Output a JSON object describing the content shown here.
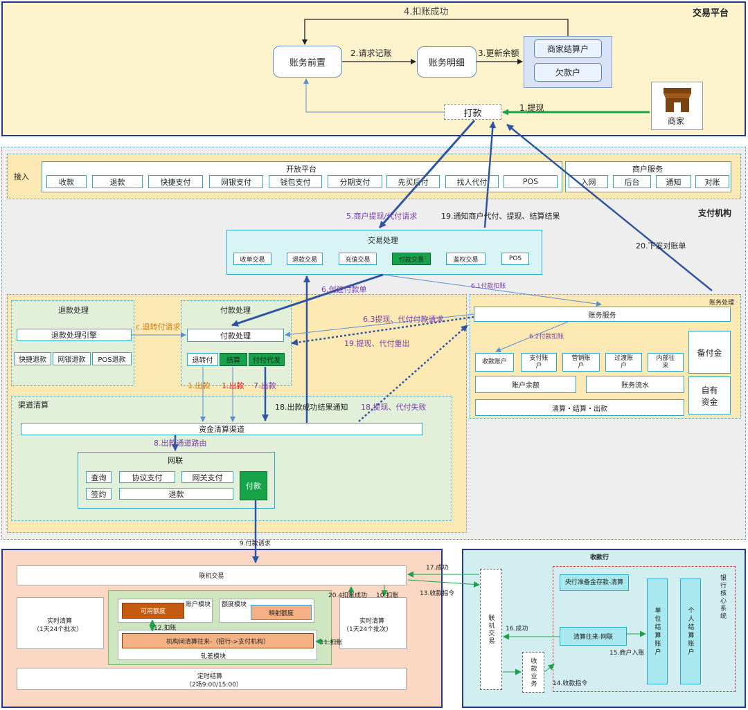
{
  "trade_platform": {
    "title": "交易平台",
    "zhangwu_qianzhi": "账务前置",
    "zhangwu_mingxi": "账务明细",
    "merchant_settle": "商家结算户",
    "debt_account": "欠款户",
    "dakuan": "打款",
    "merchant": "商家",
    "e1": "1.提现",
    "e2": "2.请求记账",
    "e3": "3.更新余额",
    "e4": "4.扣账成功"
  },
  "pay_org": {
    "title": "支付机构",
    "access": "接入",
    "open_platform": "开放平台",
    "open_items": [
      "收款",
      "退款",
      "快捷支付",
      "网银支付",
      "钱包支付",
      "分期支付",
      "先买后付",
      "找人代付",
      "POS"
    ],
    "merchant_service": "商户服务",
    "merchant_items": [
      "入网",
      "后台",
      "通知",
      "对账"
    ],
    "trade_proc": "交易处理",
    "trade_items": [
      "收单交易",
      "退款交易",
      "充值交易",
      "付款交易",
      "鉴权交易",
      "POS"
    ],
    "refund_proc": "退款处理",
    "refund_engine": "退款处理引擎",
    "refund_items": [
      "快捷退款",
      "网银退款",
      "POS退款"
    ],
    "pay_proc": "付款处理",
    "pay_engine": "付款处理",
    "pay_items": [
      "退转付",
      "结算",
      "付付代发"
    ],
    "channel_clear": "渠道清算",
    "fund_channel": "资金清算渠道",
    "wanglian": "网联",
    "wl_items": [
      "查询",
      "协议支付",
      "网关支付",
      "签约",
      "退款"
    ],
    "wl_pay": "付款",
    "acct_proc": "账务处理",
    "acct_service": "账务服务",
    "acct_items": [
      "收款账户",
      "支付账户",
      "营销账户",
      "过渡账户",
      "内部往来"
    ],
    "acct_balance": "账户余额",
    "acct_flow": "账务流水",
    "clear_settle": "清算・结算・出款",
    "reserve": "备付金",
    "own_fund": "自有资金",
    "e5": "5.商户提现/代付请求",
    "e19": "19.通知商户代付、提现、结算结果",
    "e20": "20.下发对账单",
    "e6": "6.创建付款单",
    "e61": "6.1付款扣账",
    "e62": "6.2付款扣账",
    "e63": "6.3提现、代付付款请求",
    "e19b": "19.提现、代付重出",
    "ec": "c.退转付请求",
    "e1a": "1.出款",
    "e1b": "1.出款",
    "e7": "7.出款",
    "e18": "18.出款成功结果通知",
    "e18b": "18.提现、代付失败",
    "e8": "8.出款通道路由",
    "e9": "9.付款请求"
  },
  "bottom": {
    "online_trade": "联机交易",
    "realtime_clear": "实时清算",
    "realtime_sub": "（1天24个批次）",
    "realtime_settle": "实时清算",
    "realtime_settle_sub": "（1天24个批次）",
    "account_module": "账户模块",
    "available": "可用额度",
    "quota_module": "额度模块",
    "mapped_quota": "映射额度",
    "inter_clear": "机构间清算往来-（招行->支付机构）",
    "squash_module": "轧差模块",
    "timed_settle": "定时结算",
    "timed_sub": "（2场9:00/15:00）",
    "e10": "10.扣账",
    "e11": "11.扣账",
    "e12": "12.扣账",
    "e204": "20.4扣账成功"
  },
  "bank": {
    "title": "收款行",
    "online": "联机交易",
    "recv_biz": "收款业务",
    "central_reserve": "央行准备金存款-清算",
    "clear_wl": "清算往来-网联",
    "unit_acct": "单位结算账户",
    "personal_acct": "个人结算账户",
    "core": "银行核心系统",
    "e13": "13.收款指令",
    "e14": "14.收款指令",
    "e15": "15.商户入账",
    "e16": "16.成功",
    "e17": "17.成功"
  },
  "colors": {
    "navy": "#1f3a93",
    "edge_blue": "#2e55a4",
    "green": "#19a24a",
    "purple": "#7a3ea8",
    "red": "#e02020",
    "orange": "#d07b18",
    "pay_green": "#16a34a"
  }
}
